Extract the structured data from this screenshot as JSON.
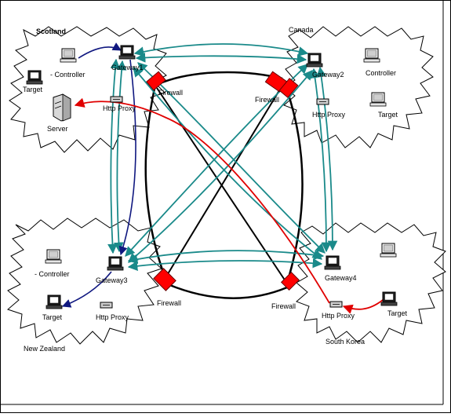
{
  "regions": {
    "scotland": "Scotland",
    "canada": "Canada",
    "new_zealand": "New Zealand",
    "south_korea": "South Korea"
  },
  "nodes": {
    "scotland_controller": "- Controller",
    "scotland_gateway": "Gateway1",
    "scotland_target": "Target",
    "scotland_server": "Server",
    "scotland_proxy": "Http Proxy",
    "canada_gateway": "Gateway2",
    "canada_controller": "Controller",
    "canada_proxy": "Http Proxy",
    "canada_target": "Target",
    "nz_controller": "- Controller",
    "nz_gateway": "Gateway3",
    "nz_target": "Target",
    "nz_proxy": "Http Proxy",
    "sk_gateway": "Gateway4",
    "sk_proxy": "Http Proxy",
    "sk_target": "Target"
  },
  "firewalls": {
    "top_left": "Firewall",
    "top_right": "Firewall",
    "bottom_left": "Firewall",
    "bottom_right": "Firewall"
  },
  "colors": {
    "teal_link": "#1a8a8a",
    "firewall": "#ff0000",
    "red_path": "#e00000",
    "navy_link": "#101880",
    "black_link": "#000000"
  }
}
